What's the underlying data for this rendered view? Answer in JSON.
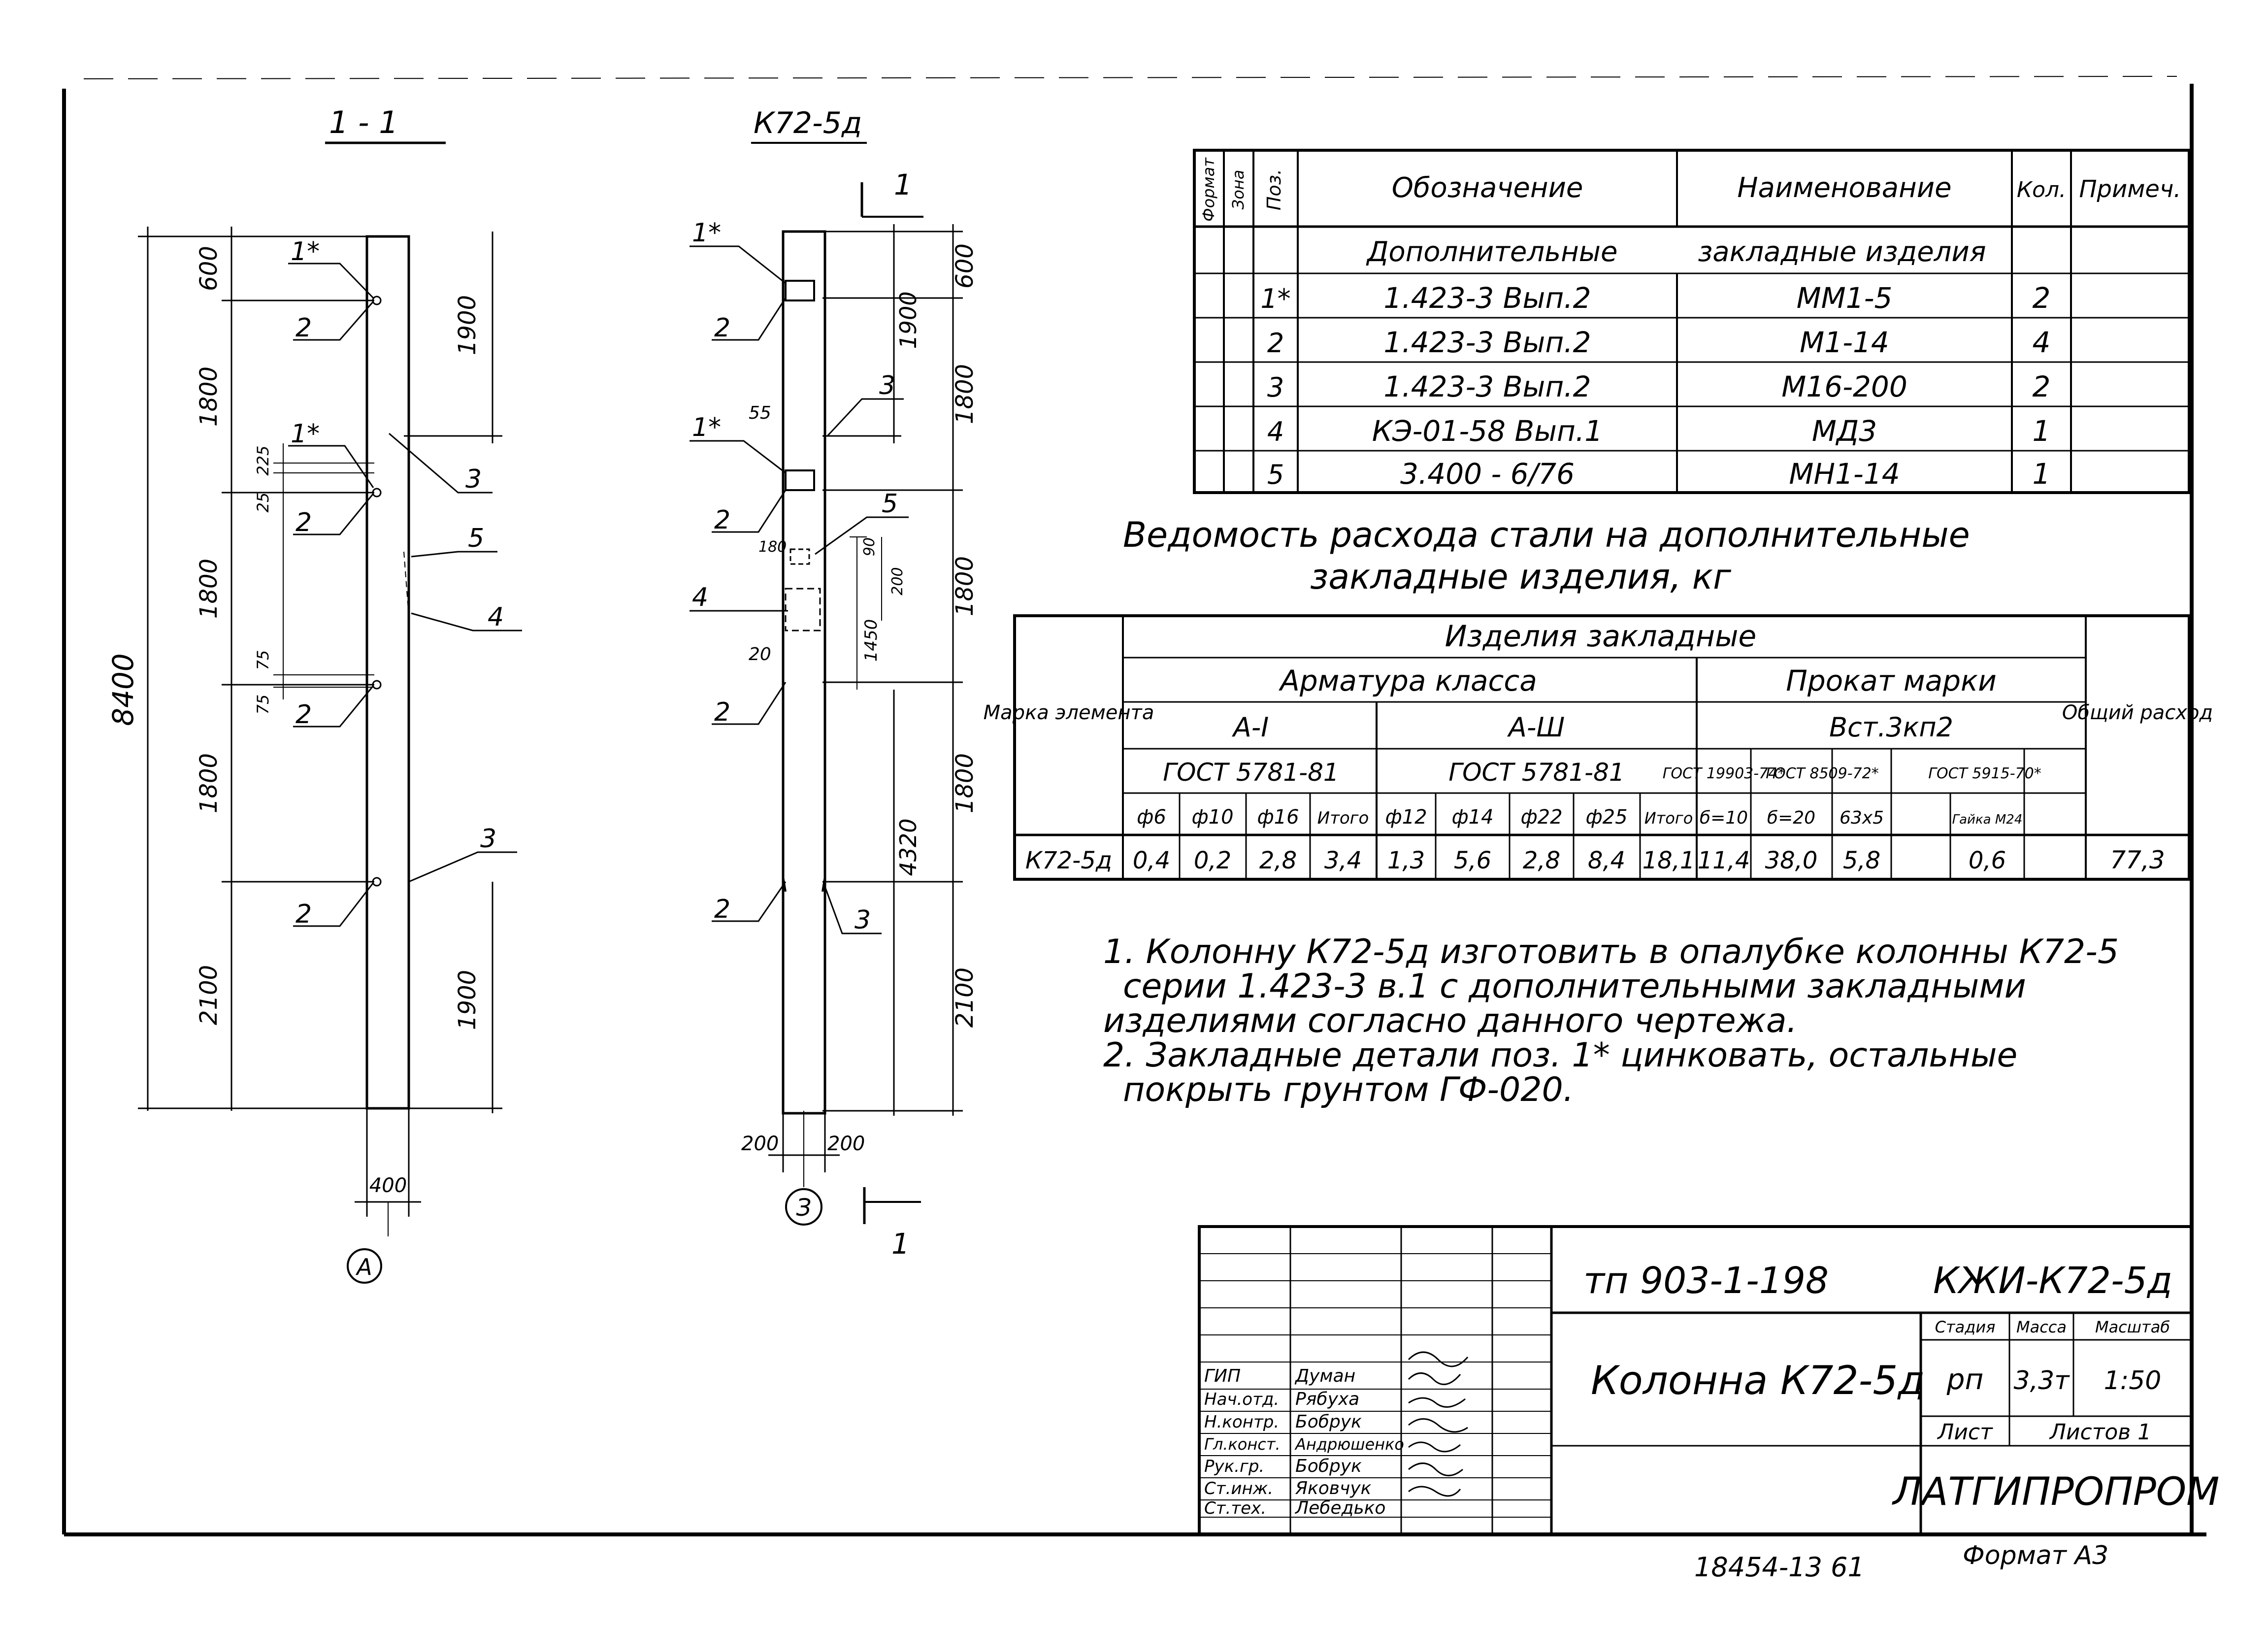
{
  "views": {
    "section": {
      "title": "1 - 1",
      "total": "8400",
      "segments": [
        "600",
        "1800",
        "1800",
        "1800",
        "2100"
      ],
      "dim_1900_top": "1900",
      "dim_1900_bottom": "1900",
      "small_dims": [
        "225",
        "25",
        "75",
        "75"
      ],
      "width": "400",
      "axis": "А",
      "leaders": [
        "1*",
        "2",
        "1*",
        "2",
        "3",
        "5",
        "4",
        "2",
        "2",
        "3"
      ]
    },
    "column": {
      "title": "К72-5д",
      "cut": "1",
      "segments": [
        "600",
        "1800",
        "1800",
        "1800",
        "2100"
      ],
      "dim_1900": "1900",
      "dim_4320": "4320",
      "dim_1450": "1450",
      "dim_90": "90",
      "dim_200": "200",
      "dim_55": "55",
      "dim_180": "180",
      "dim_20": "20",
      "half_widths": [
        "200",
        "200"
      ],
      "axis": "З",
      "leaders": [
        "1*",
        "2",
        "1*",
        "3",
        "2",
        "5",
        "4",
        "2",
        "2",
        "3"
      ]
    }
  },
  "spec": {
    "headers": [
      "Формат",
      "Зона",
      "Поз.",
      "Обозначение",
      "Наименование",
      "Кол.",
      "Примеч."
    ],
    "section_title_left": "Дополнительные",
    "section_title_right": "закладные изделия",
    "rows": [
      {
        "pos": "1*",
        "designation": "1.423-3 Вып.2",
        "name": "ММ1-5",
        "qty": "2"
      },
      {
        "pos": "2",
        "designation": "1.423-3 Вып.2",
        "name": "М1-14",
        "qty": "4"
      },
      {
        "pos": "3",
        "designation": "1.423-3 Вып.2",
        "name": "М16-200",
        "qty": "2"
      },
      {
        "pos": "4",
        "designation": "КЭ-01-58 Вып.1",
        "name": "МД3",
        "qty": "1"
      },
      {
        "pos": "5",
        "designation": "3.400 - 6/76",
        "name": "МН1-14",
        "qty": "1"
      }
    ]
  },
  "steel": {
    "caption_line1": "Ведомость расхода стали на дополнительные",
    "caption_line2": "закладные изделия, кг",
    "group": "Изделия закладные",
    "armatura": "Арматура класса",
    "prokat": "Прокат марки",
    "total_header": "Общий расход",
    "mark_header": "Марка элемента",
    "class_a1": "А-I",
    "class_a3": "А-Ш",
    "steel_grade": "Вст.3кп2",
    "gost_a1": "ГОСТ 5781-81",
    "gost_a3": "ГОСТ 5781-81",
    "gost_p1": "ГОСТ 19903-74*",
    "gost_p2": "ГОСТ 8509-72*",
    "gost_p3": "ГОСТ 5915-70*",
    "cols": [
      "ф6",
      "ф10",
      "ф16",
      "Итого",
      "ф12",
      "ф14",
      "ф22",
      "ф25",
      "Итого",
      "б=10",
      "б=20",
      "63х5",
      "",
      "Гайка М24",
      ""
    ],
    "row_mark": "К72-5д",
    "row_values": [
      "0,4",
      "0,2",
      "2,8",
      "3,4",
      "1,3",
      "5,6",
      "2,8",
      "8,4",
      "18,1",
      "11,4",
      "38,0",
      "5,8",
      "",
      "0,6",
      ""
    ],
    "row_total": "77,3"
  },
  "notes": [
    "1. Колонну К72-5д изготовить в опалубке колонны К72-5",
    "серии 1.423-3 в.1 с дополнительными закладными",
    "изделиями согласно данного чертежа.",
    "2. Закладные детали поз. 1* цинковать, остальные",
    "покрыть грунтом ГФ-020."
  ],
  "title_block": {
    "project": "тп 903-1-198",
    "code": "КЖИ-К72-5д",
    "name": "Колонна К72-5д",
    "stage_label": "Стадия",
    "mass_label": "Масса",
    "scale_label": "Масштаб",
    "stage": "рп",
    "mass": "3,3т",
    "scale": "1:50",
    "sheet_label": "Лист",
    "sheets_label": "Листов 1",
    "org": "ЛАТГИПРОПРОМ",
    "roles": [
      {
        "role": "ГИП",
        "name": "Думан"
      },
      {
        "role": "Нач.отд.",
        "name": "Рябуха"
      },
      {
        "role": "Н.контр.",
        "name": "Бобрук"
      },
      {
        "role": "Гл.конст.",
        "name": "Андрюшенко"
      },
      {
        "role": "Рук.гр.",
        "name": "Бобрук"
      },
      {
        "role": "Ст.инж.",
        "name": "Яковчук"
      },
      {
        "role": "Ст.тех.",
        "name": "Лебедько"
      }
    ],
    "format": "Формат А3",
    "archive": "18454-13 61"
  }
}
